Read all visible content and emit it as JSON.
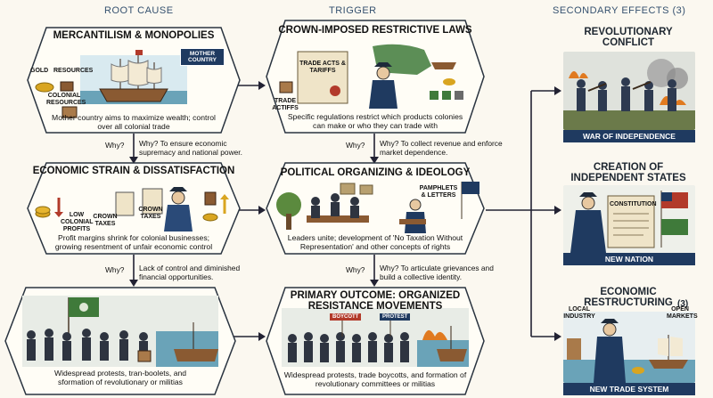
{
  "columns": {
    "root": "ROOT CAUSE",
    "trigger": "TRIGGER",
    "secondary": "SECONDARY EFFECTS (3)"
  },
  "left": {
    "top": {
      "title": "MERCANTILISM & MONOPOLIES",
      "desc": "Mother country aims to maximize wealth; control over all colonial trade",
      "labels": {
        "gold": "GOLD",
        "resources": "RESOURCES",
        "colonial": "COLONIAL RESOURCES",
        "mother": "MOTHER COUNTRY"
      }
    },
    "why1": {
      "q": "Why?",
      "a": "Why? To ensure economic supremacy and national power."
    },
    "mid": {
      "title": "ECONOMIC STRAIN & DISSATISFACTION",
      "desc": "Profit margins shrink for colonial businesses; growing resentment of unfair economic control",
      "labels": {
        "low": "LOW COLONIAL PROFITS",
        "crown": "CROWN TAXES",
        "taxes": "CROWN TAXES"
      }
    },
    "why2": {
      "q": "Why?",
      "a": "Lack of control and diminished financial opportunities."
    },
    "bot": {
      "desc": "Widespread protests, tran-boolets, and sformation of revolutionary or militias"
    }
  },
  "center": {
    "top": {
      "title": "CROWN-IMPOSED RESTRICTIVE LAWS",
      "desc": "Specific regulations restrict which products colonies can make or who they can trade with",
      "labels": {
        "trade_acts": "TRADE ACTS & TARIFFS",
        "actiffs": "TRADE ACTIFFS"
      }
    },
    "why1": {
      "q": "Why?",
      "a": "Why? To collect revenue and enforce market dependence."
    },
    "mid": {
      "title": "POLITICAL ORGANIZING & IDEOLOGY",
      "desc": "Leaders unite; development of 'No Taxation Without Representation' and other concepts of rights",
      "labels": {
        "pamphlets": "PAMPHLETS & LETTERS"
      }
    },
    "why2": {
      "q": "Why?",
      "a": "Why? To articulate grievances and build a collective identity."
    },
    "bot": {
      "title": "PRIMARY OUTCOME: ORGANIZED RESISTANCE MOVEMENTS",
      "desc": "Widespread protests, trade boycotts, and formation of revolutionary committees or militias",
      "labels": {
        "boycott": "BOYCOTT",
        "protest": "PROTEST"
      }
    }
  },
  "right": {
    "r1": {
      "title": "REVOLUTIONARY CONFLICT",
      "banner": "WAR OF INDEPENDENCE"
    },
    "r2": {
      "title": "CREATION OF INDEPENDENT STATES",
      "banner": "NEW NATION",
      "labels": {
        "constitution": "CONSTITUTION"
      }
    },
    "r3": {
      "title": "ECONOMIC RESTRUCTURING",
      "count": "(3)",
      "banner": "NEW TRADE SYSTEM",
      "labels": {
        "local": "LOCAL INDUSTRY",
        "open": "OPEN MARKETS"
      }
    }
  },
  "colors": {
    "navy": "#1f3a60",
    "sky": "#cfe4ec",
    "sea": "#6aa3b8",
    "wood": "#8a5a32",
    "red": "#b23a2a",
    "green": "#3f7a3a"
  }
}
